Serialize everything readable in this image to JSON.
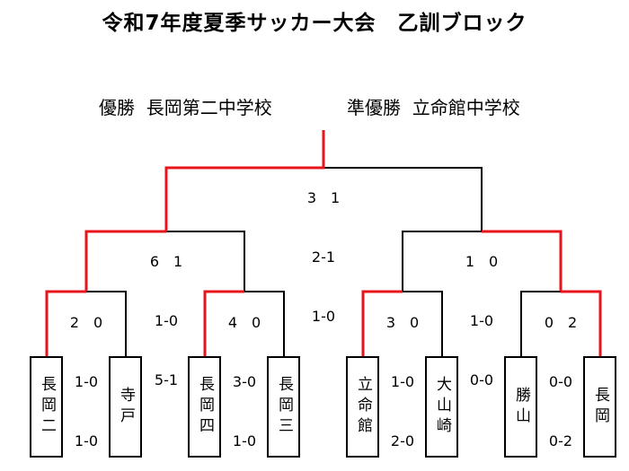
{
  "title": "令和7年度夏季サッカー大会　乙訓ブロック",
  "results": {
    "winner_label": "優勝",
    "winner": "長岡第二中学校",
    "runner_up_label": "準優勝",
    "runner_up": "立命館中学校"
  },
  "teams": [
    "長岡二",
    "寺戸",
    "長岡四",
    "長岡三",
    "立命館",
    "大山崎",
    "勝山",
    "長岡"
  ],
  "matches": {
    "final": {
      "score": "3　1",
      "halves": [
        "2-1",
        "1-0"
      ]
    },
    "semi_left": {
      "score": "6　1",
      "halves": [
        "1-0",
        "5-1"
      ]
    },
    "semi_right": {
      "score": "1　0",
      "halves": [
        "1-0",
        "0-0"
      ]
    },
    "qf1": {
      "score": "2　0",
      "halves": [
        "1-0",
        "1-0"
      ]
    },
    "qf2": {
      "score": "4　0",
      "halves": [
        "3-0",
        "1-0"
      ]
    },
    "qf3": {
      "score": "3　0",
      "halves": [
        "1-0",
        "2-0"
      ]
    },
    "qf4": {
      "score": "0　2",
      "halves": [
        "0-0",
        "0-2"
      ]
    }
  },
  "colors": {
    "winner_line": "#e8141b",
    "line": "#000000"
  }
}
